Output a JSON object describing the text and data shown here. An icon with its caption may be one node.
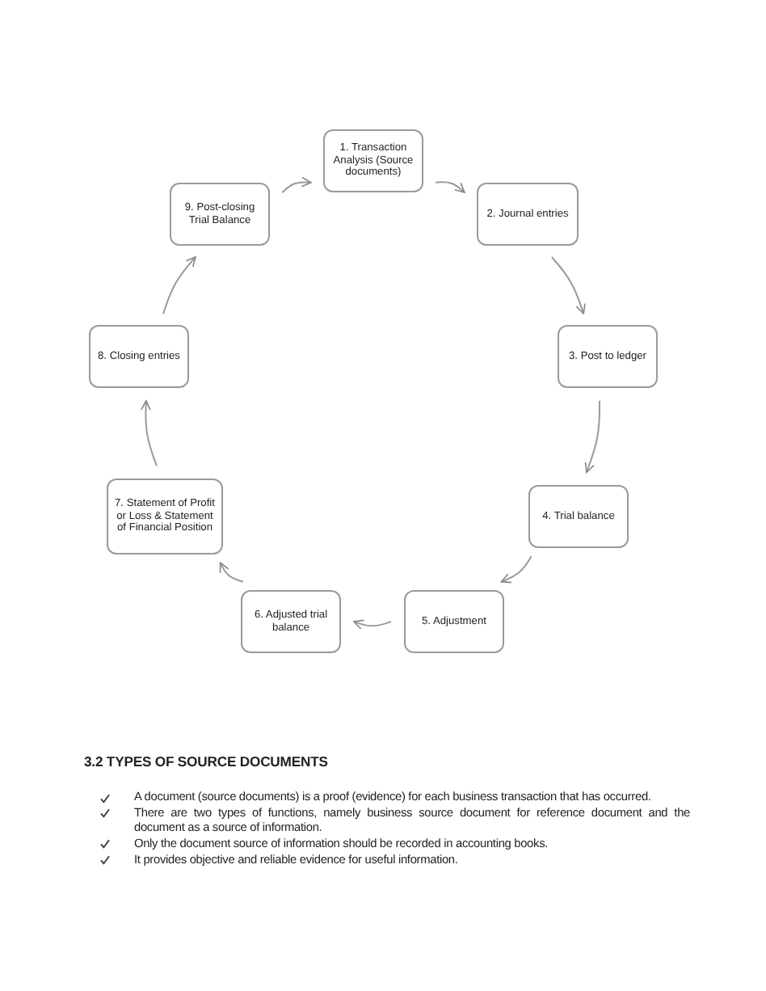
{
  "diagram": {
    "nodes": [
      {
        "text": [
          "1. Transaction Analysis (Source documents)"
        ]
      },
      {
        "text": [
          "2. Journal entries"
        ]
      },
      {
        "text": [
          "3. Post to ledger"
        ]
      },
      {
        "text": [
          "4. Trial balance"
        ]
      },
      {
        "text": [
          "5. Adjustment"
        ]
      },
      {
        "text": [
          "6. Adjusted trial balance"
        ]
      },
      {
        "text": [
          "7. Statement of Profit or Loss & Statement of Financial Position"
        ]
      },
      {
        "text": [
          "8. Closing entries"
        ]
      },
      {
        "text": [
          "9. Post-closing Trial Balance"
        ]
      }
    ],
    "edges": [
      {
        "from": 0,
        "to": 1,
        "arrow": "to"
      },
      {
        "from": 1,
        "to": 2,
        "arrow": "to"
      },
      {
        "from": 2,
        "to": 3,
        "arrow": "to"
      },
      {
        "from": 3,
        "to": 4,
        "arrow": "to"
      },
      {
        "from": 4,
        "to": 5,
        "arrow": "to"
      },
      {
        "from": 5,
        "to": 6,
        "arrow": "to"
      },
      {
        "from": 6,
        "to": 7,
        "arrow": "to"
      },
      {
        "from": 7,
        "to": 8,
        "arrow": "to"
      },
      {
        "from": 8,
        "to": 0,
        "arrow": "to"
      }
    ],
    "labels": [
      "3.2 TYPES OF SOURCE DOCUMENTS",
      "A document (source documents) is a proof (evidence) for each business transaction that has occurred.",
      "There are two types of functions, namely business source document for reference document and the document as a source of information.",
      "Only the document source of information should be recorded in accounting books.",
      "It provides objective and reliable evidence for useful information."
    ]
  }
}
